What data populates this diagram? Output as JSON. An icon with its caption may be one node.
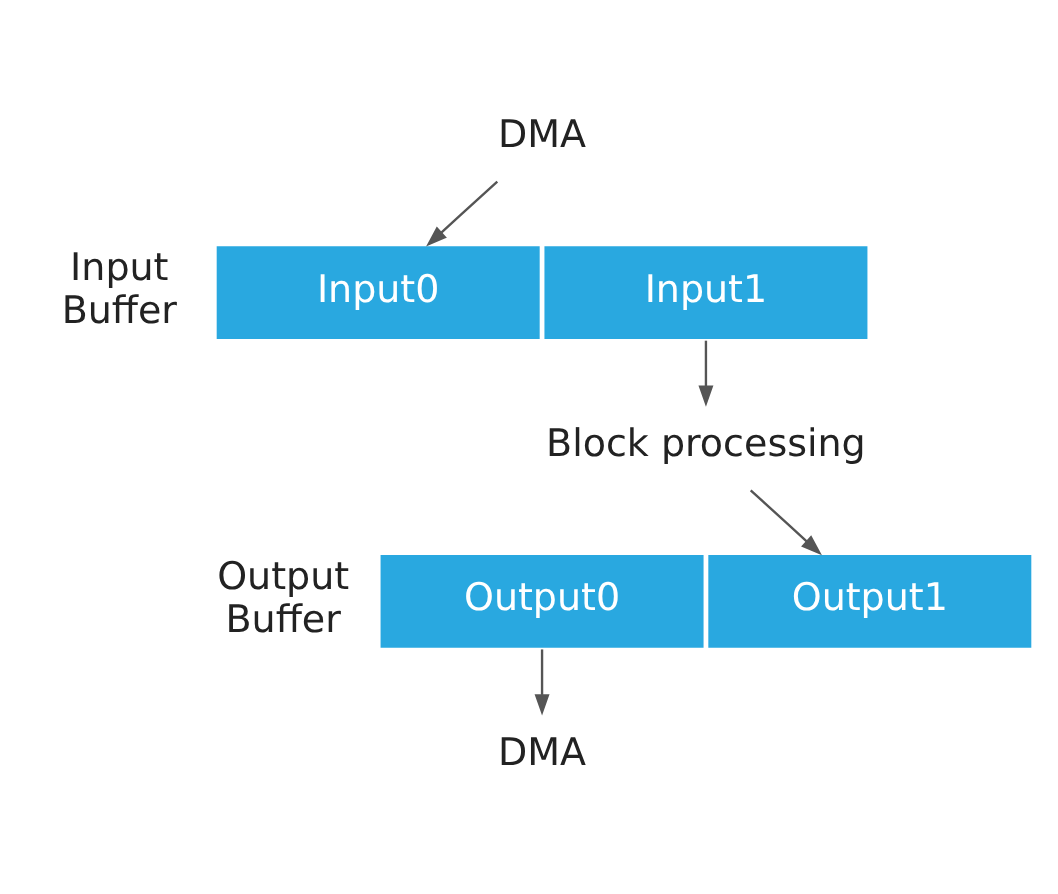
{
  "diagram": {
    "nodes": [
      {
        "text": [
          "DMA"
        ]
      },
      {
        "text": [
          "Input0"
        ]
      },
      {
        "text": [
          "Input1"
        ]
      },
      {
        "text": [
          "Block processing"
        ]
      },
      {
        "text": [
          "Output0"
        ]
      },
      {
        "text": [
          "Output1"
        ]
      },
      {
        "text": [
          "DMA"
        ]
      }
    ],
    "edges": [
      {
        "from": 0,
        "to": 1,
        "arrow": "to"
      },
      {
        "from": 2,
        "to": 3,
        "arrow": "to"
      },
      {
        "from": 3,
        "to": 5,
        "arrow": "to"
      },
      {
        "from": 4,
        "to": 6,
        "arrow": "to"
      }
    ],
    "labels": [
      "Input Buffer",
      "Output Buffer"
    ]
  }
}
